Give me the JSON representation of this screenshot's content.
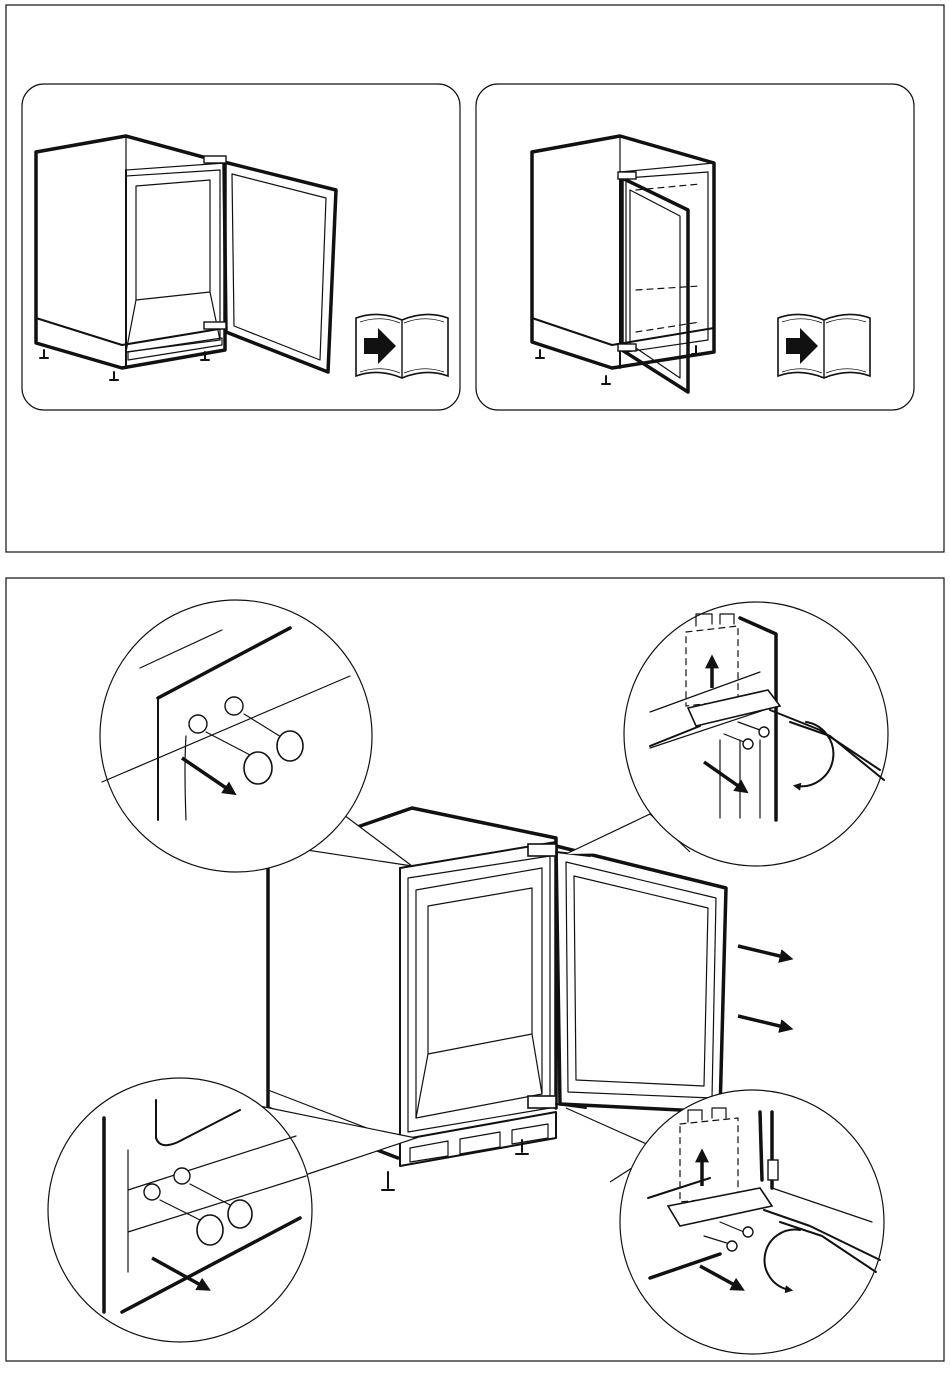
{
  "page": {
    "background": "#ffffff",
    "line_color": "#111111"
  },
  "panels": [
    {
      "id": "top-panel",
      "subpanels": [
        {
          "id": "door-right-hinged",
          "icon": "manual-book-icon"
        },
        {
          "id": "door-left-hinged",
          "icon": "manual-book-icon"
        }
      ]
    },
    {
      "id": "bottom-panel",
      "details": [
        {
          "id": "upper-left-detail",
          "icon": "screw-cap-removal-icon"
        },
        {
          "id": "upper-right-detail",
          "icon": "hinge-unscrew-icon"
        },
        {
          "id": "lower-left-detail",
          "icon": "screw-cap-removal-icon"
        },
        {
          "id": "lower-right-detail",
          "icon": "hinge-unscrew-icon"
        }
      ],
      "indicators": [
        "arrow-right-icon",
        "arrow-right-icon"
      ]
    }
  ]
}
